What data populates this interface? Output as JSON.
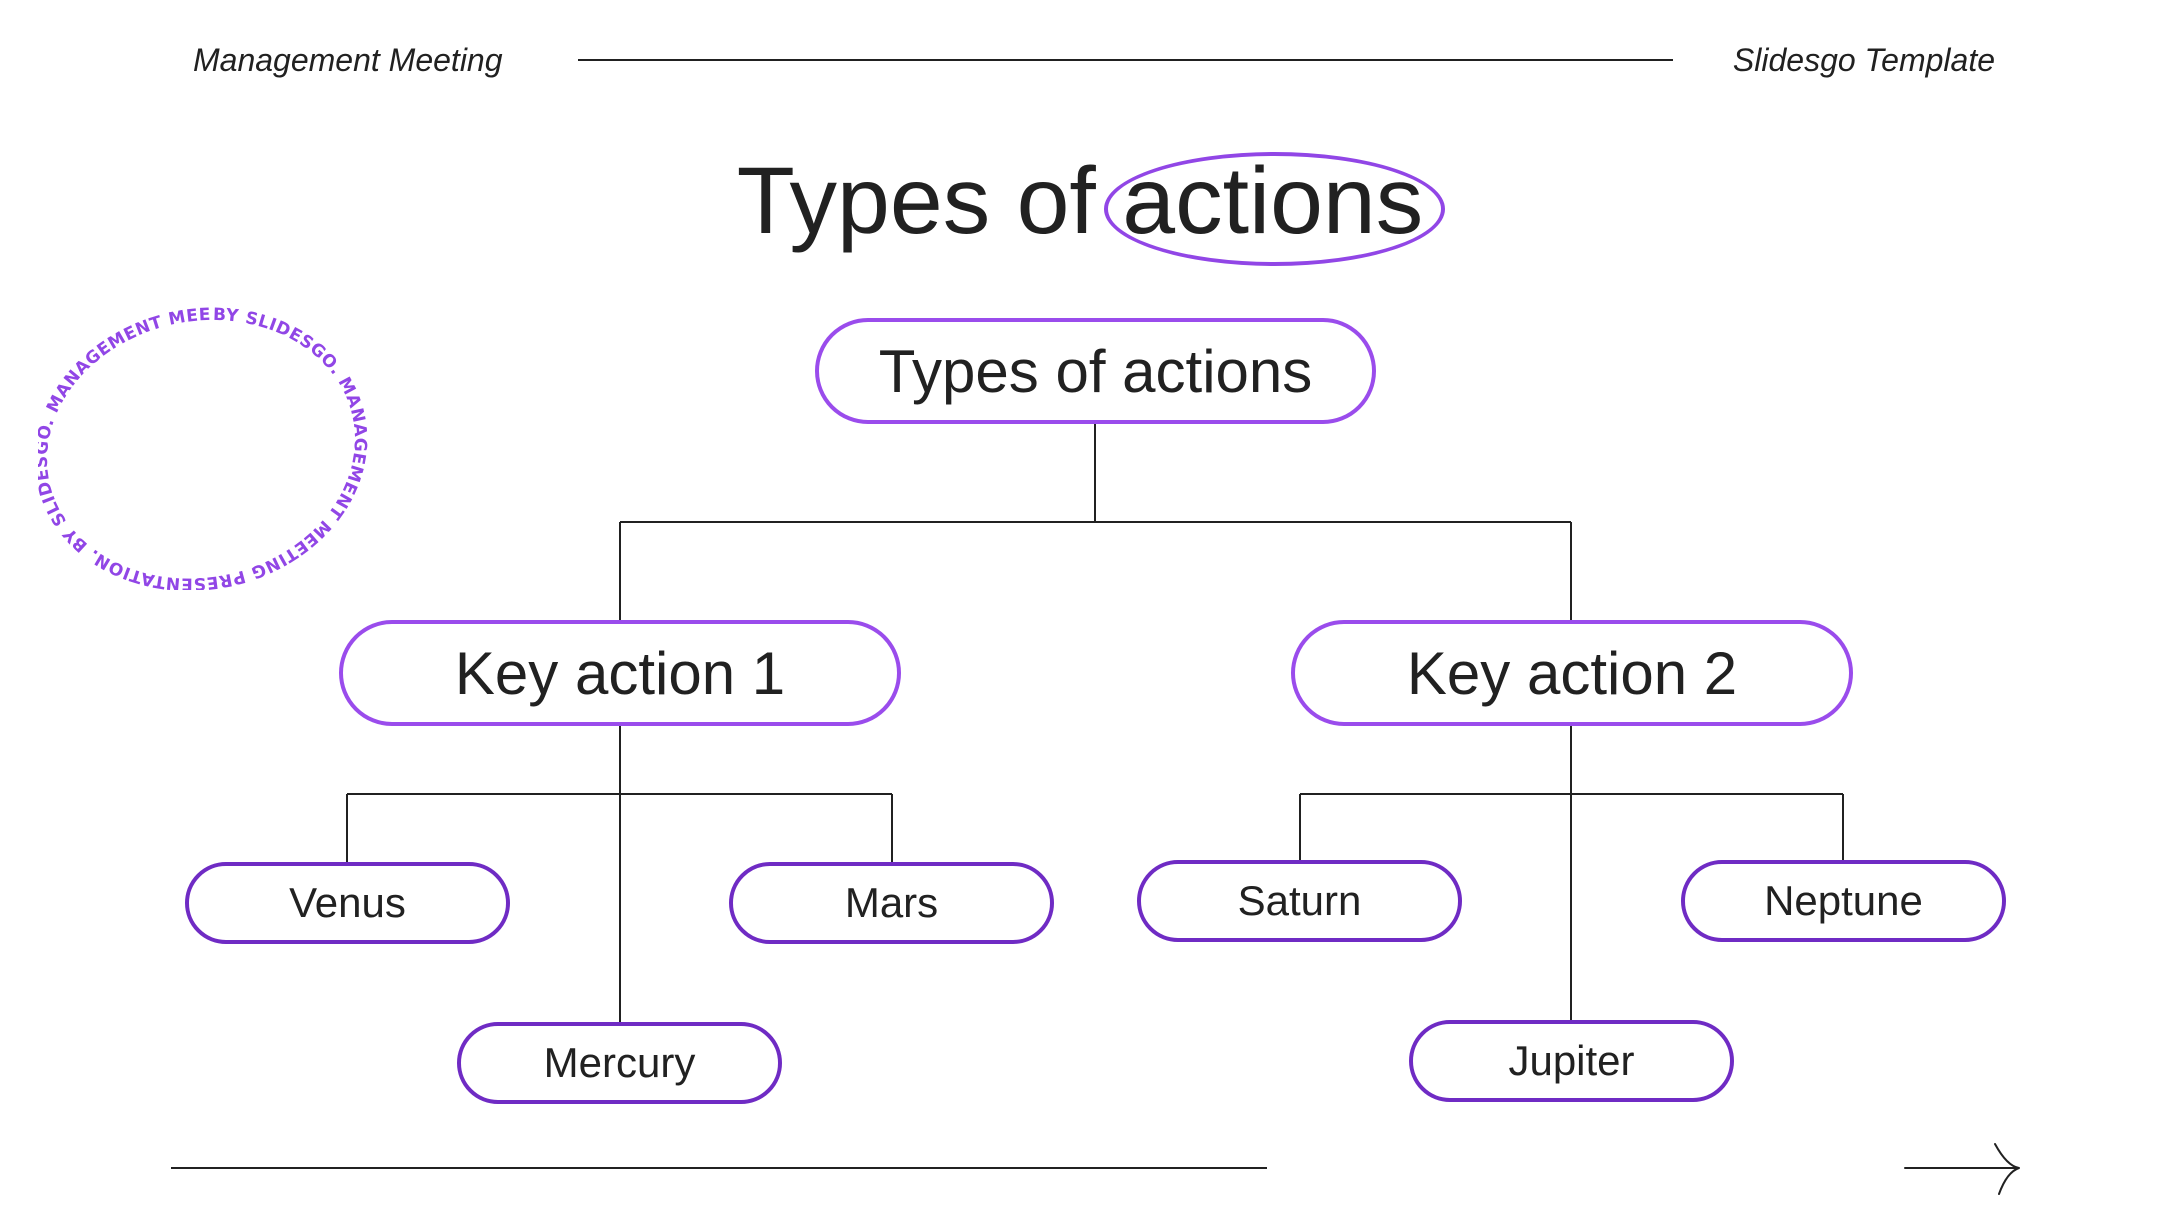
{
  "header": {
    "left": "Management Meeting",
    "right": "Slidesgo Template"
  },
  "title": {
    "prefix": "Types of ",
    "highlight": "actions"
  },
  "stamp_text": "BY SLIDESGO. MANAGEMENT MEETING PRESENTATION. BY SLIDESGO. MANAGEMENT MEETING PRESENTATION.",
  "diagram": {
    "root": "Types of actions",
    "branches": [
      {
        "label": "Key action 1",
        "children": [
          "Venus",
          "Mercury",
          "Mars"
        ]
      },
      {
        "label": "Key action 2",
        "children": [
          "Saturn",
          "Jupiter",
          "Neptune"
        ]
      }
    ]
  },
  "colors": {
    "accent": "#9a4cec",
    "accent_dark": "#6f2bc4",
    "text": "#212121",
    "line": "#212121"
  },
  "icons": {
    "next": "arrow-right-icon"
  }
}
